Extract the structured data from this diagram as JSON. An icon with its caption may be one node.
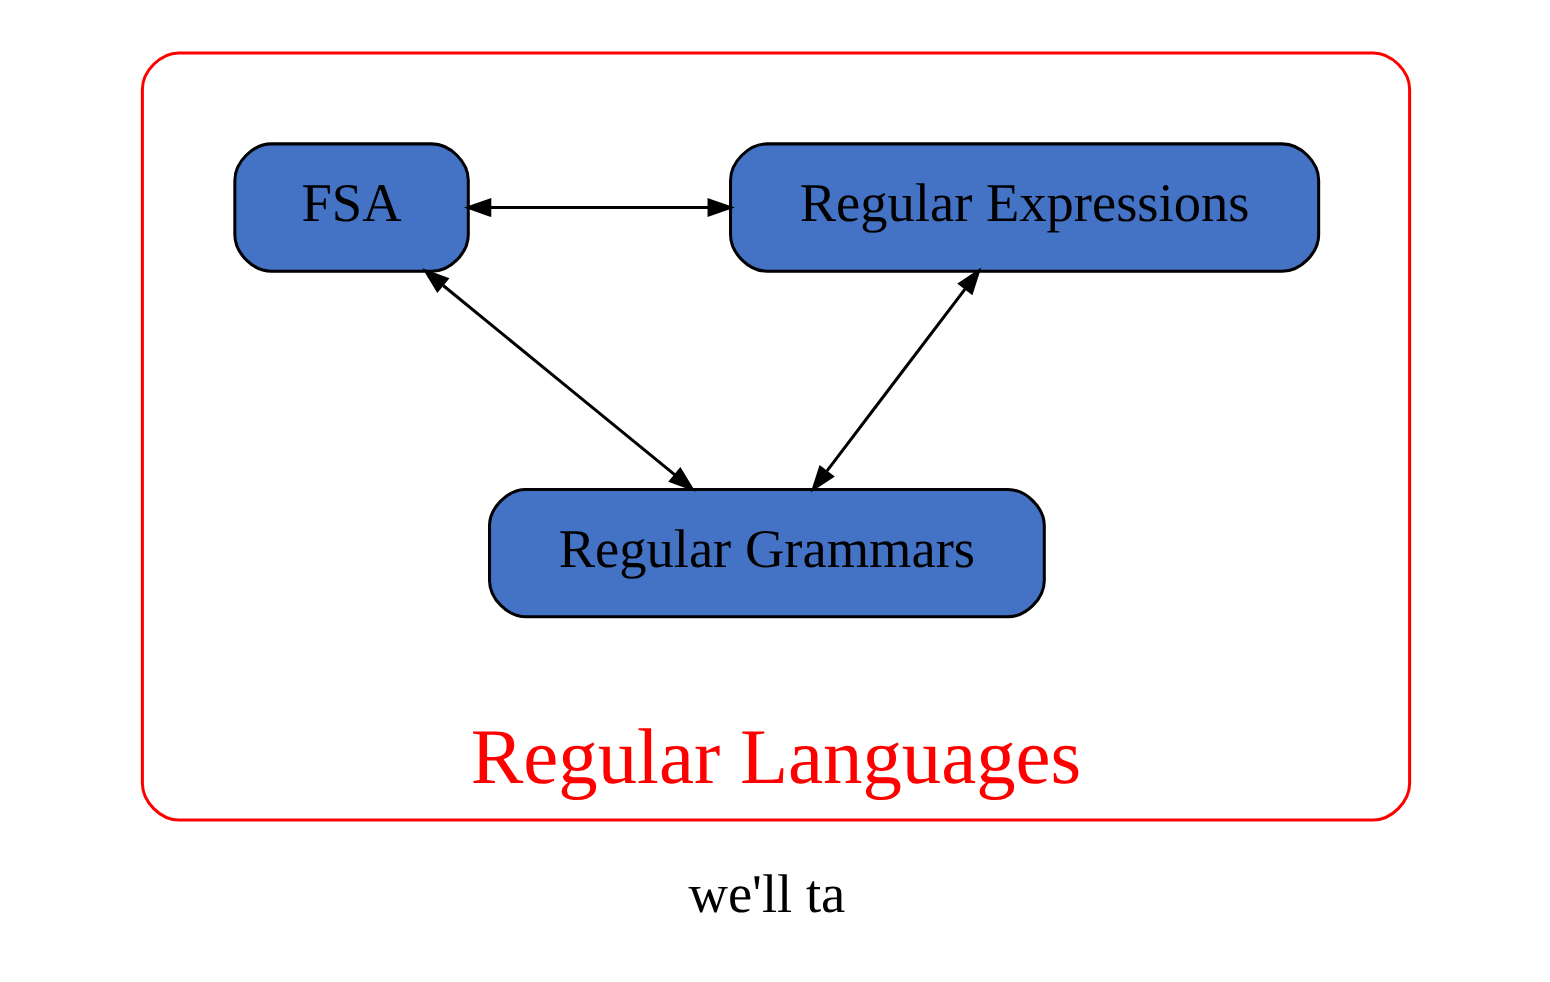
{
  "diagram": {
    "nodes": [
      {
        "text": [
          "Regular Languages"
        ]
      },
      {
        "text": [
          "FSA"
        ],
        "in": 0
      },
      {
        "text": [
          "Regular Expressions"
        ],
        "in": 0
      },
      {
        "text": [
          "Regular Grammars"
        ],
        "in": 0
      }
    ],
    "edges": [
      {
        "from": 1,
        "to": 2,
        "arrow": "both"
      },
      {
        "from": 1,
        "to": 3,
        "arrow": "both"
      },
      {
        "from": 2,
        "to": 3,
        "arrow": "both"
      }
    ],
    "labels": [
      "we'll ta"
    ]
  }
}
